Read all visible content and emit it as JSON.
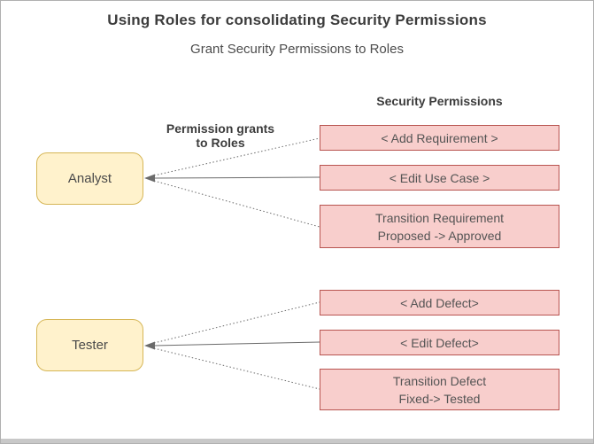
{
  "title": "Using Roles for consolidating Security Permissions",
  "subtitle": "Grant Security Permissions to Roles",
  "headers": {
    "security_permissions": "Security Permissions",
    "grants_label_line1": "Permission grants",
    "grants_label_line2": "to Roles"
  },
  "roles": [
    {
      "label": "Analyst"
    },
    {
      "label": "Tester"
    }
  ],
  "permissions": [
    {
      "role": "Analyst",
      "line1": "< Add Requirement >",
      "line2": ""
    },
    {
      "role": "Analyst",
      "line1": "< Edit Use Case >",
      "line2": ""
    },
    {
      "role": "Analyst",
      "line1": "Transition Requirement",
      "line2": "Proposed -> Approved"
    },
    {
      "role": "Tester",
      "line1": "< Add Defect>",
      "line2": ""
    },
    {
      "role": "Tester",
      "line1": "< Edit Defect>",
      "line2": ""
    },
    {
      "role": "Tester",
      "line1": "Transition Defect",
      "line2": "Fixed-> Tested"
    }
  ],
  "edges": [
    {
      "from": "< Add Requirement >",
      "to": "Analyst",
      "style": "dotted"
    },
    {
      "from": "< Edit Use Case >",
      "to": "Analyst",
      "style": "solid"
    },
    {
      "from": "Transition Requirement Proposed -> Approved",
      "to": "Analyst",
      "style": "dotted"
    },
    {
      "from": "< Add Defect>",
      "to": "Tester",
      "style": "dotted"
    },
    {
      "from": "< Edit Defect>",
      "to": "Tester",
      "style": "solid"
    },
    {
      "from": "Transition Defect Fixed-> Tested",
      "to": "Tester",
      "style": "dotted"
    }
  ],
  "colors": {
    "role_fill": "#FFF2CC",
    "role_border": "#D6B656",
    "permission_fill": "#F8CECC",
    "permission_border": "#B85450",
    "connector": "#6b6b6b",
    "heading_text": "#3c3c3c",
    "body_text": "#545454",
    "page_border": "#b0b0b0",
    "bottom_strip": "#c8c8c8"
  }
}
